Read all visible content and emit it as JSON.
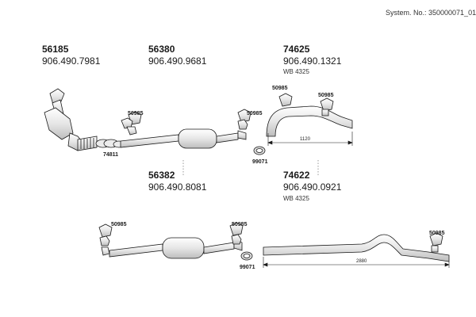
{
  "system_no": "System. No.: 350000071_01",
  "groups": [
    {
      "part_no": "56185",
      "code": "906.490.7981"
    },
    {
      "part_no": "56380",
      "code": "906.490.9681"
    },
    {
      "part_no": "74625",
      "code": "906.490.1321",
      "note": "WB 4325"
    },
    {
      "part_no": "56382",
      "code": "906.490.8081"
    },
    {
      "part_no": "74622",
      "code": "906.490.0921",
      "note": "WB 4325"
    }
  ],
  "callouts": {
    "mount": "50985",
    "clamp": "74811",
    "ring": "99071"
  },
  "dimensions": {
    "upper_pipe": "1120",
    "lower_pipe": "2880"
  },
  "colors": {
    "line": "#1a1a1a",
    "fill": "#f4f4f4",
    "shade": "#cfcfcf"
  }
}
